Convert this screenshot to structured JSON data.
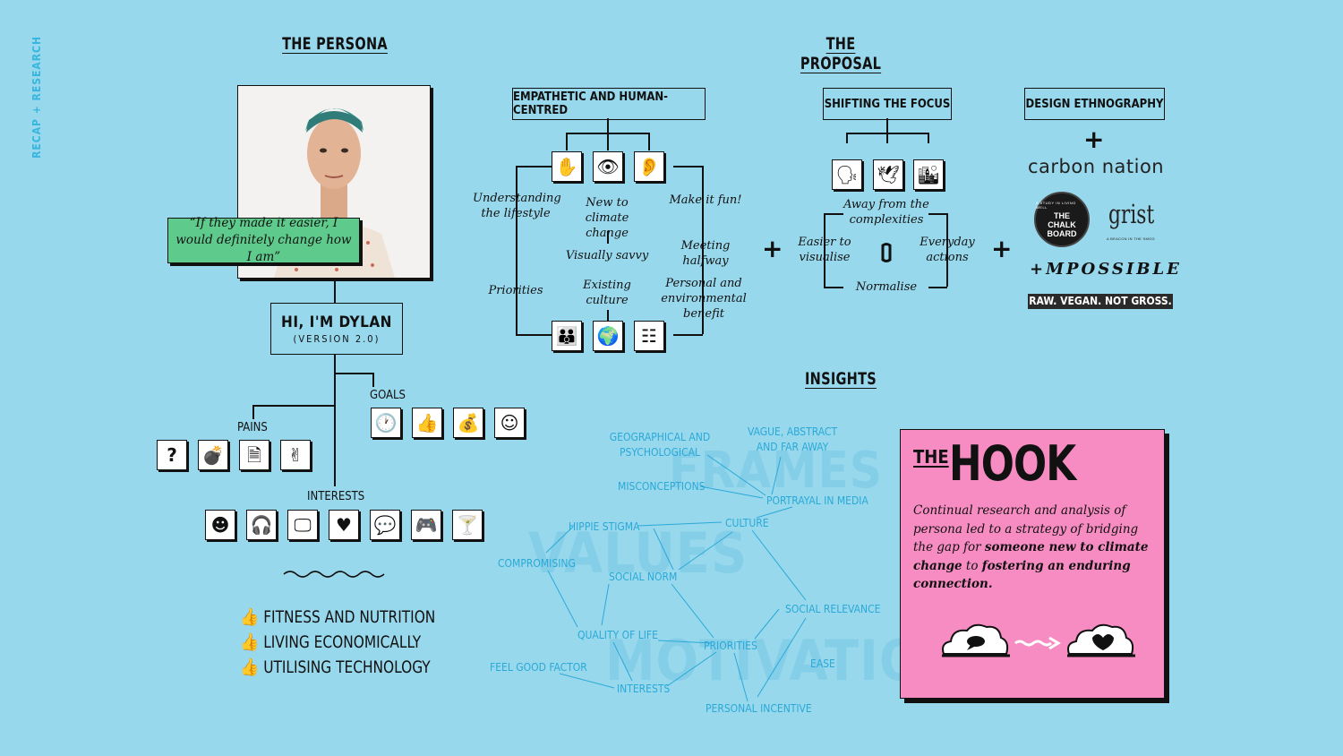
{
  "side_label": "RECAP + RESEARCH",
  "persona": {
    "heading": "THE PERSONA",
    "quote": "“If they made it easier, I would definitely change how I am”",
    "name": "HI, I'M DYLAN",
    "version": "(VERSION 2.0)",
    "goals_label": "GOALS",
    "goals_icons": [
      "clock-icon",
      "thumbs-up-icon",
      "money-bag-icon",
      "smiley-icon"
    ],
    "pains_label": "PAINS",
    "pains_icons": [
      "question-icon",
      "bomb-icon",
      "documents-icon",
      "peace-hand-icon"
    ],
    "interests_label": "INTERESTS",
    "interests_icons": [
      "theatre-masks-icon",
      "headphones-icon",
      "computer-icon",
      "heart-icon",
      "chat-icon",
      "gamepad-icon",
      "cocktail-icon"
    ],
    "bullets": [
      "FITNESS AND NUTRITION",
      "LIVING ECONOMICALLY",
      "UTILISING TECHNOLOGY"
    ]
  },
  "proposal": {
    "heading": "THE PROPOSAL",
    "box1": "EMPATHETIC AND HUMAN-CENTRED",
    "box2": "SHIFTING THE FOCUS",
    "box3": "DESIGN ETHNOGRAPHY",
    "empathetic": {
      "understanding": "Understanding the lifestyle",
      "new_to": "New to climate change",
      "make_fun": "Make it fun!",
      "visually_savvy": "Visually savvy",
      "meeting_halfway": "Meeting halfway",
      "priorities": "Priorities",
      "existing_culture": "Existing culture",
      "personal_env": "Personal and environmental benefit"
    },
    "shifting": {
      "away": "Away from the complexities",
      "easier": "Easier to visualise",
      "everyday": "Everyday actions",
      "normalise": "Normalise"
    },
    "plus": "+",
    "brands": {
      "carbon": "carbon nation",
      "chalk_ring": "A STUDY IN LIVING WELL",
      "chalk": "THE CHALK BOARD",
      "grist": "grist",
      "grist_sub": "A BEACON IN THE SMOG",
      "impossible": "+MPOSSIBLE",
      "raw": "RAW. VEGAN. NOT GROSS."
    }
  },
  "insights": {
    "heading": "INSIGHTS",
    "bigwords": [
      "FRAMES",
      "VALUES",
      "MOTIVATION"
    ],
    "nodes": {
      "geo": "GEOGRAPHICAL AND PSYCHOLOGICAL",
      "vague": "VAGUE, ABSTRACT AND FAR AWAY",
      "misconceptions": "MISCONCEPTIONS",
      "portrayal": "PORTRAYAL IN MEDIA",
      "culture": "CULTURE",
      "hippie": "HIPPIE STIGMA",
      "compromising": "COMPROMISING",
      "social_norm": "SOCIAL NORM",
      "social_relevance": "SOCIAL RELEVANCE",
      "quality": "QUALITY OF LIFE",
      "priorities": "PRIORITIES",
      "ease": "EASE",
      "feel_good": "FEEL GOOD FACTOR",
      "interests": "INTERESTS",
      "personal_incentive": "PERSONAL INCENTIVE"
    }
  },
  "hook": {
    "the": "THE",
    "title": "HOOK",
    "text_a": "Continual research and analysis of persona led to a strategy of bridging the gap for ",
    "text_b": "someone new to climate change",
    "text_c": " to ",
    "text_d": "fostering an enduring connection.",
    "bg": "#f78cc2"
  },
  "colors": {
    "background": "#98d8ec",
    "quote": "#5ecb8c",
    "accent": "#2aa9d8"
  }
}
